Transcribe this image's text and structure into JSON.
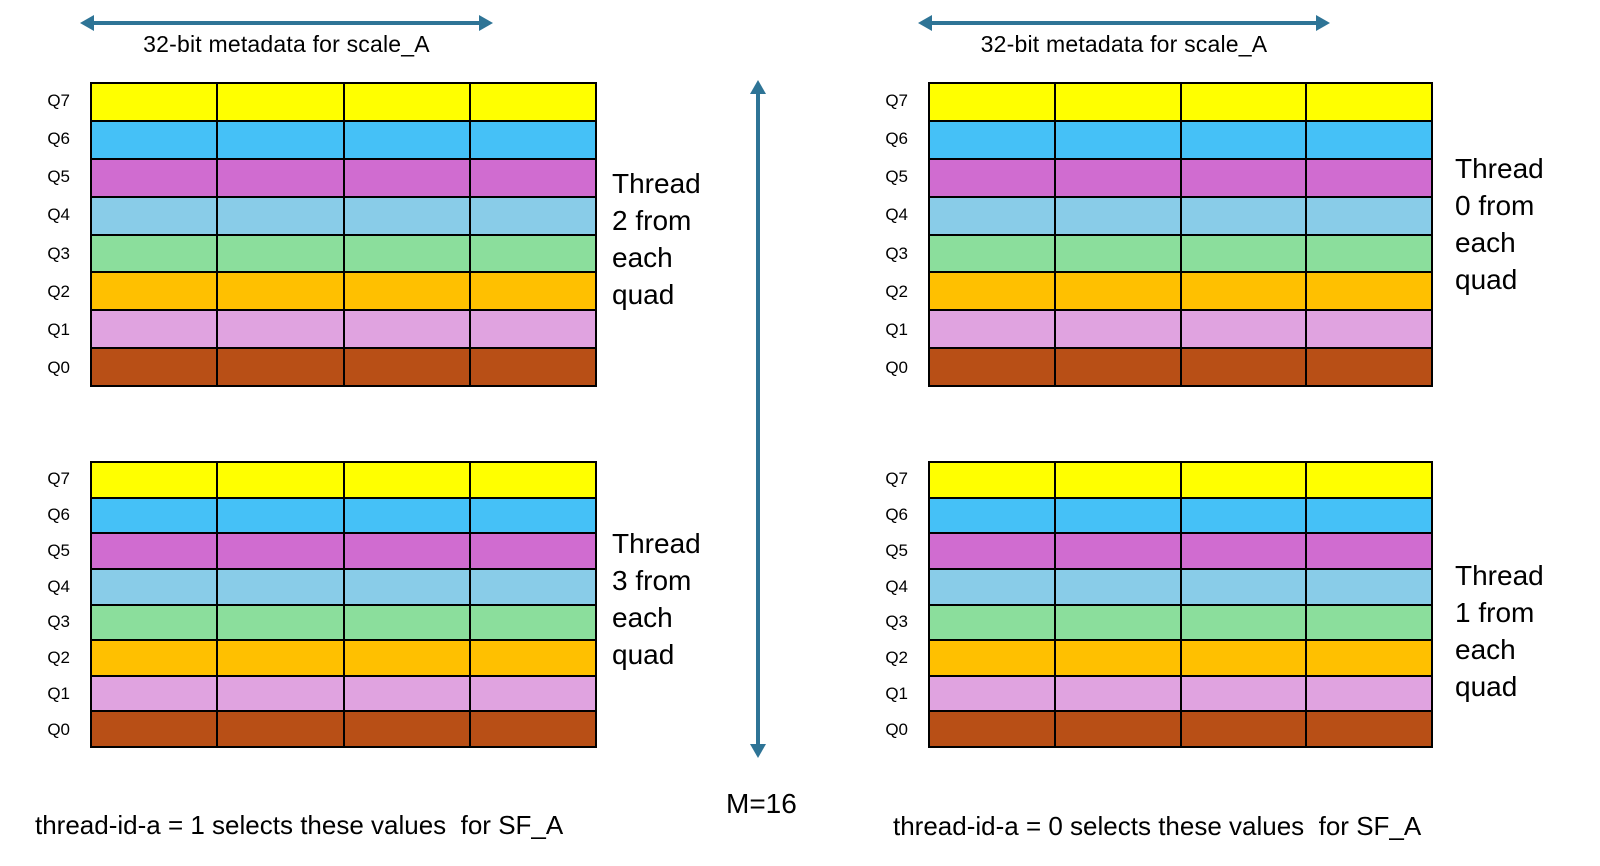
{
  "palette": {
    "arrow_color": "#2E7496",
    "grid_border": "#000000"
  },
  "headers": {
    "left": "32-bit metadata for scale_A",
    "right": "32-bit metadata for scale_A"
  },
  "columns": 4,
  "rows": [
    {
      "label": "Q7",
      "color": "#FFFF00"
    },
    {
      "label": "Q6",
      "color": "#45C1F7"
    },
    {
      "label": "Q5",
      "color": "#D06CD0"
    },
    {
      "label": "Q4",
      "color": "#89CCE8"
    },
    {
      "label": "Q3",
      "color": "#8BDE9C"
    },
    {
      "label": "Q2",
      "color": "#FFC000"
    },
    {
      "label": "Q1",
      "color": "#E0A3E0"
    },
    {
      "label": "Q0",
      "color": "#B84F16"
    }
  ],
  "grids": {
    "top_left": {
      "annotation": "Thread\n2 from\neach\nquad"
    },
    "top_right": {
      "annotation": "Thread\n0 from\neach\nquad"
    },
    "bottom_left": {
      "annotation": "Thread\n3 from\neach\nquad"
    },
    "bottom_right": {
      "annotation": "Thread\n1 from\neach\nquad"
    }
  },
  "m_label": "M=16",
  "captions": {
    "left": "thread-id-a = 1 selects these values  for SF_A",
    "right": "thread-id-a = 0 selects these values  for SF_A"
  }
}
